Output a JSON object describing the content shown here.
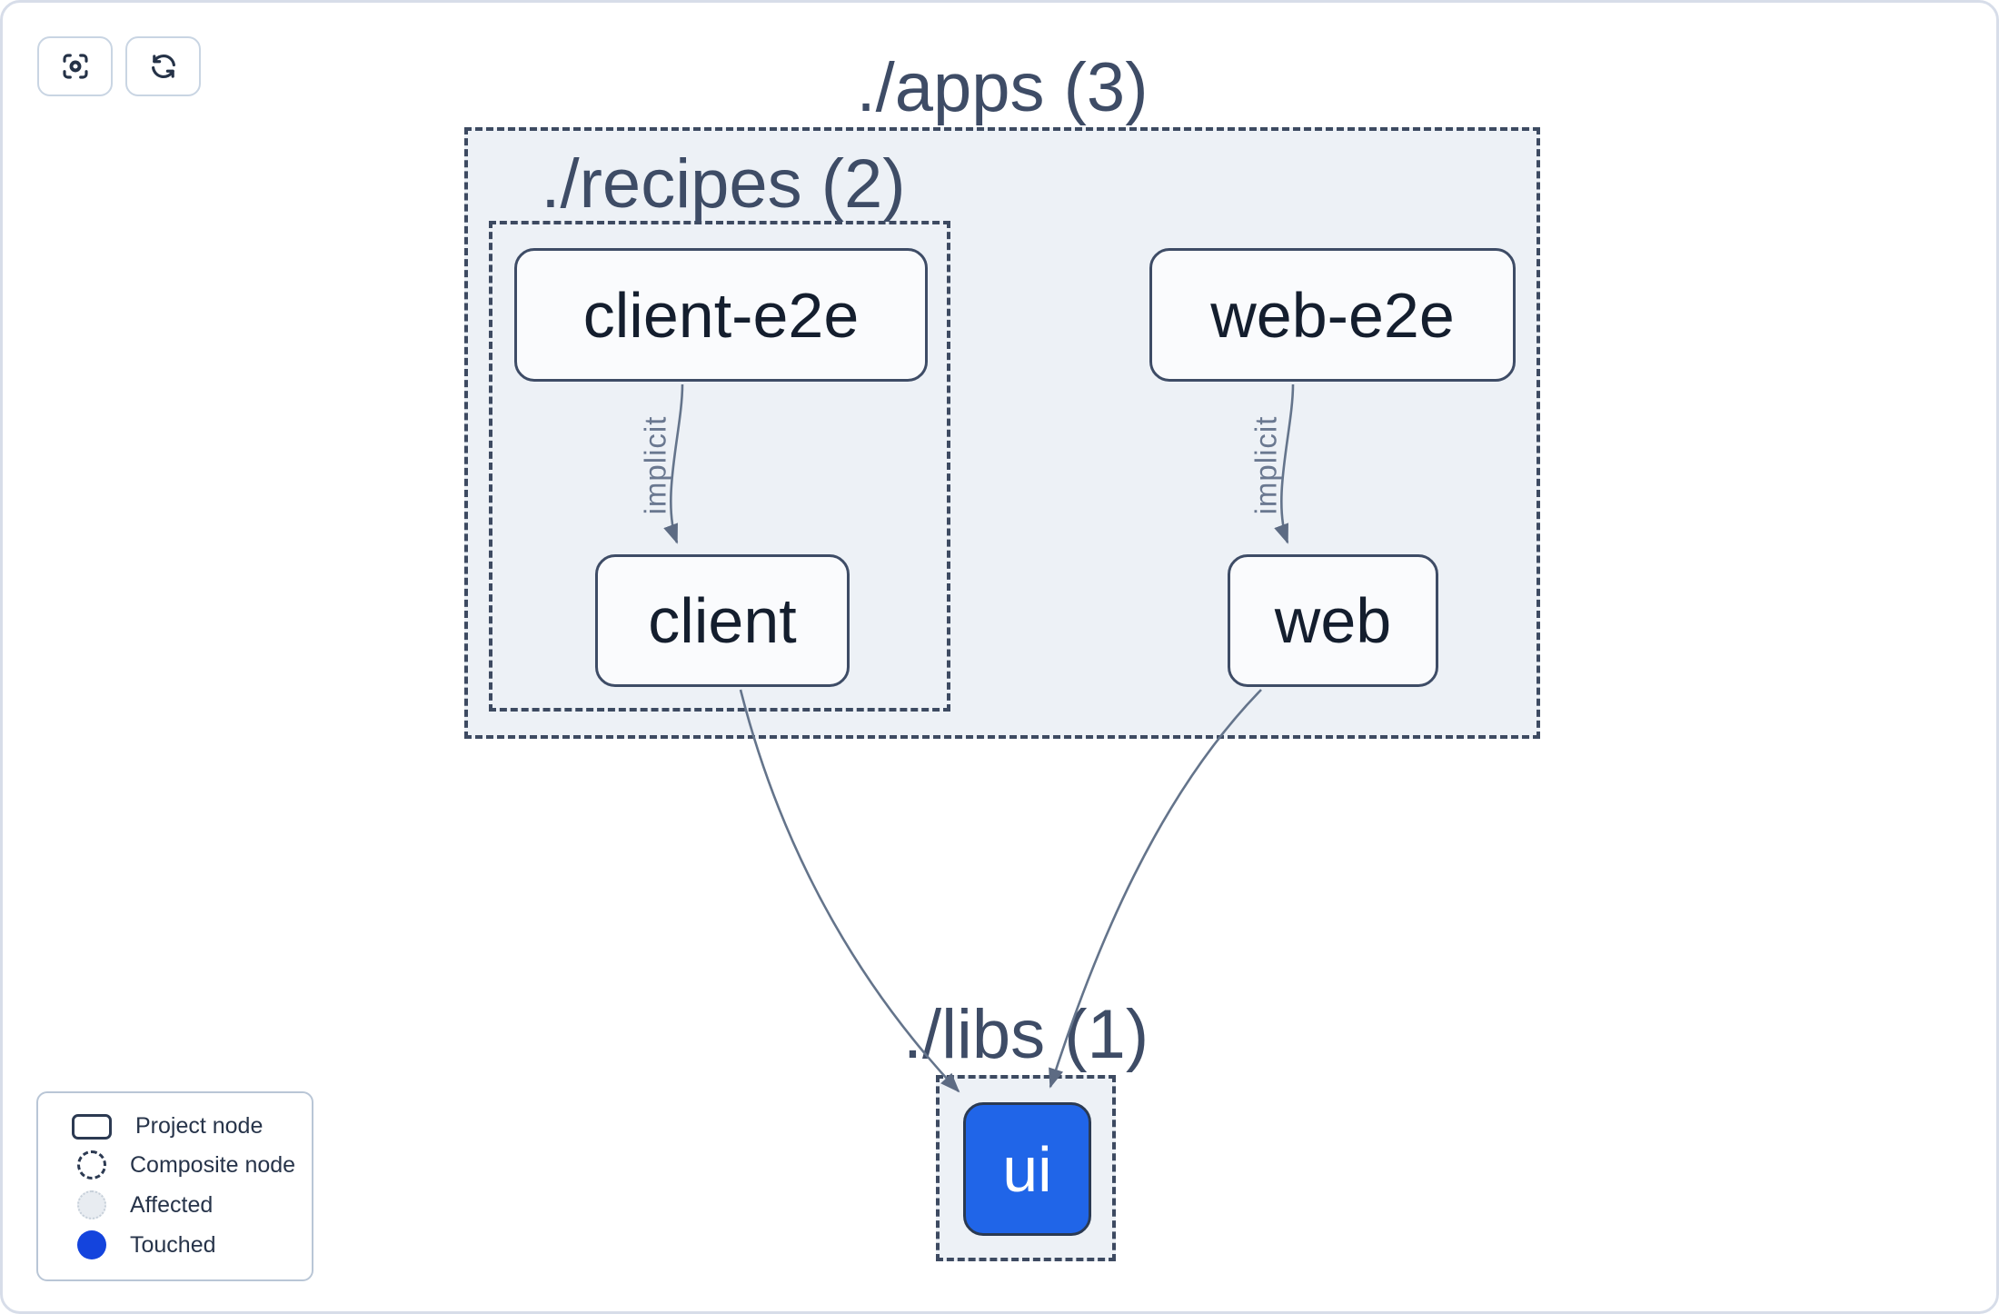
{
  "toolbar": {
    "buttons": [
      {
        "name": "focus",
        "icon": "focus-viewfinder-icon"
      },
      {
        "name": "refresh",
        "icon": "refresh-icon"
      }
    ]
  },
  "graph": {
    "groups": [
      {
        "id": "apps",
        "label": "./apps (3)"
      },
      {
        "id": "recipes",
        "label": "./recipes (2)"
      },
      {
        "id": "libs",
        "label": "./libs (1)"
      }
    ],
    "nodes": [
      {
        "id": "client-e2e",
        "label": "client-e2e",
        "group": "recipes",
        "state": "normal"
      },
      {
        "id": "client",
        "label": "client",
        "group": "recipes",
        "state": "normal"
      },
      {
        "id": "web-e2e",
        "label": "web-e2e",
        "group": "apps",
        "state": "normal"
      },
      {
        "id": "web",
        "label": "web",
        "group": "apps",
        "state": "normal"
      },
      {
        "id": "ui",
        "label": "ui",
        "group": "libs",
        "state": "touched"
      }
    ],
    "edges": [
      {
        "from": "client-e2e",
        "to": "client",
        "label": "implicit"
      },
      {
        "from": "web-e2e",
        "to": "web",
        "label": "implicit"
      },
      {
        "from": "client",
        "to": "ui",
        "label": ""
      },
      {
        "from": "web",
        "to": "ui",
        "label": ""
      }
    ]
  },
  "legend": {
    "items": [
      {
        "label": "Project node",
        "swatch": "project-rect"
      },
      {
        "label": "Composite node",
        "swatch": "dashed-circle"
      },
      {
        "label": "Affected",
        "swatch": "affected-circle"
      },
      {
        "label": "Touched",
        "swatch": "touched-circle"
      }
    ]
  },
  "colors": {
    "touched_blue": "#2065e8",
    "legend_touched_blue": "#1444dd",
    "affected_fill": "#e8ecf1",
    "container_fill": "#edf1f6",
    "dash_border": "#3d4a61",
    "edge_stroke": "#64748b",
    "node_border": "#3e4c66",
    "canvas_border": "#d7dde9"
  }
}
